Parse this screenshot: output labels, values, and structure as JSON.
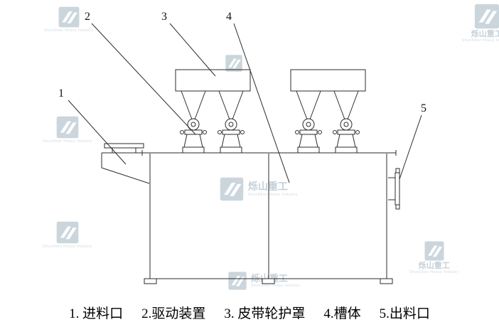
{
  "diagram": {
    "callouts": [
      {
        "number": "1",
        "label": "进料口"
      },
      {
        "number": "2",
        "label": "驱动装置"
      },
      {
        "number": "3",
        "label": "皮带轮护罩"
      },
      {
        "number": "4",
        "label": "槽体"
      },
      {
        "number": "5",
        "label": "出料口"
      }
    ],
    "legend_items": [
      "1. 进料口",
      "2.驱动装置",
      "3. 皮带轮护罩",
      "4.槽体",
      "5.出料口"
    ],
    "watermark": {
      "brand": "烁山重工",
      "subtext": "ShuoShan Heavy Industry"
    }
  },
  "canvas": {
    "background": "#ffffff",
    "line_color": "#2b2b2b"
  }
}
